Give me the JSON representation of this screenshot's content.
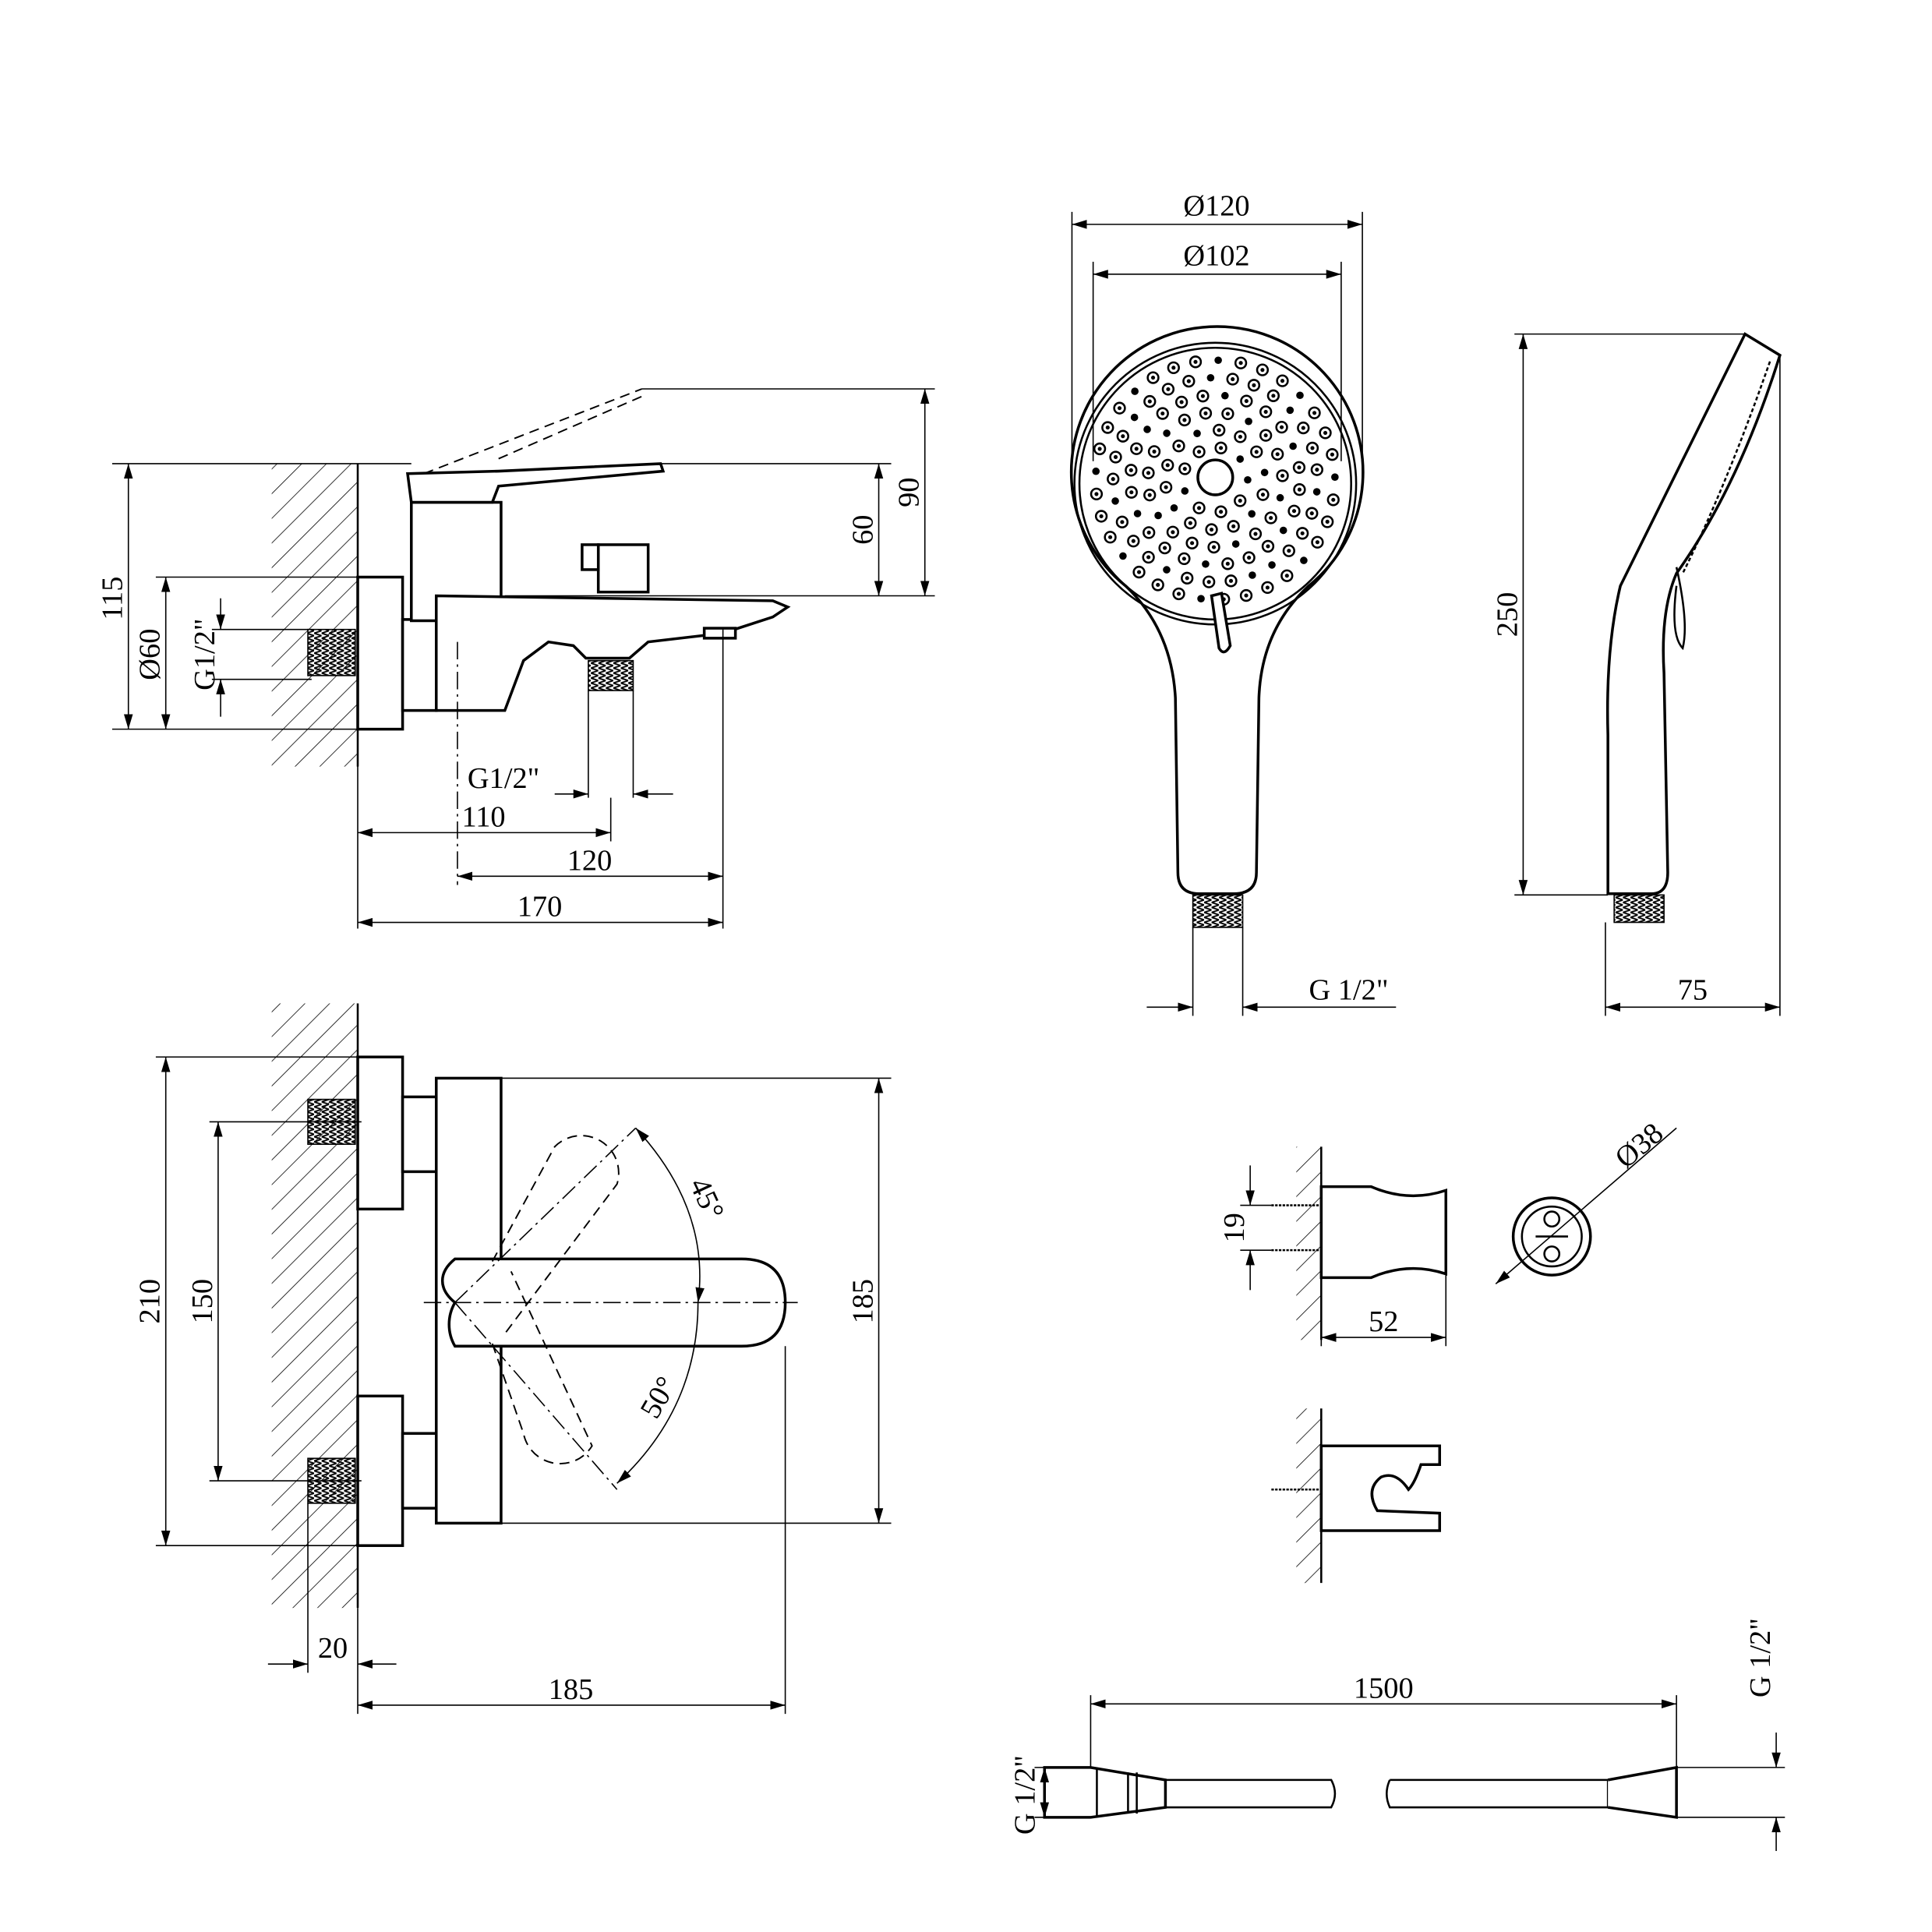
{
  "mixer_side_view": {
    "dim_height": "115",
    "dim_flange_dia": "Ø60",
    "dim_inlet_thread": "G1/2\"",
    "dim_lever_60": "60",
    "dim_lever_90": "90",
    "dim_outlet_thread": "G1/2\"",
    "dim_110": "110",
    "dim_120": "120",
    "dim_170": "170"
  },
  "shower_head_front": {
    "dim_outer": "Ø120",
    "dim_inner": "Ø102",
    "dim_thread": "G 1/2\""
  },
  "shower_head_side": {
    "dim_length": "250",
    "dim_depth": "75"
  },
  "mixer_front_view": {
    "dim_210": "210",
    "dim_150": "150",
    "dim_185_v": "185",
    "dim_20": "20",
    "dim_185_h": "185",
    "angle_up": "45°",
    "angle_down": "50°"
  },
  "holder": {
    "dim_19": "19",
    "dim_52": "52",
    "dim_dia": "Ø38"
  },
  "hose": {
    "dim_length": "1500",
    "dim_left_thread": "G 1/2\"",
    "dim_right_thread": "G 1/2\""
  }
}
